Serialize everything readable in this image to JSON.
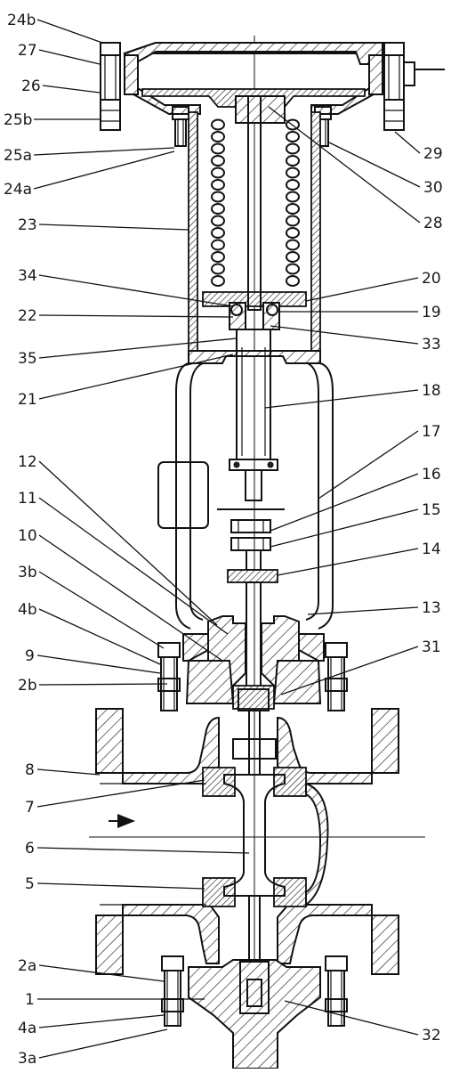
{
  "labels_left": [
    "24b",
    "27",
    "26",
    "25b",
    "25a",
    "24a",
    "23",
    "34",
    "22",
    "35",
    "21",
    "12",
    "11",
    "10",
    "3b",
    "4b",
    "9",
    "2b",
    "8",
    "7",
    "6",
    "5",
    "2a",
    "1",
    "4a",
    "3a"
  ],
  "labels_right": [
    "29",
    "30",
    "28",
    "20",
    "19",
    "33",
    "18",
    "17",
    "16",
    "15",
    "14",
    "13",
    "31",
    "32"
  ],
  "colors": {
    "line": "#111111",
    "background": "#ffffff"
  }
}
